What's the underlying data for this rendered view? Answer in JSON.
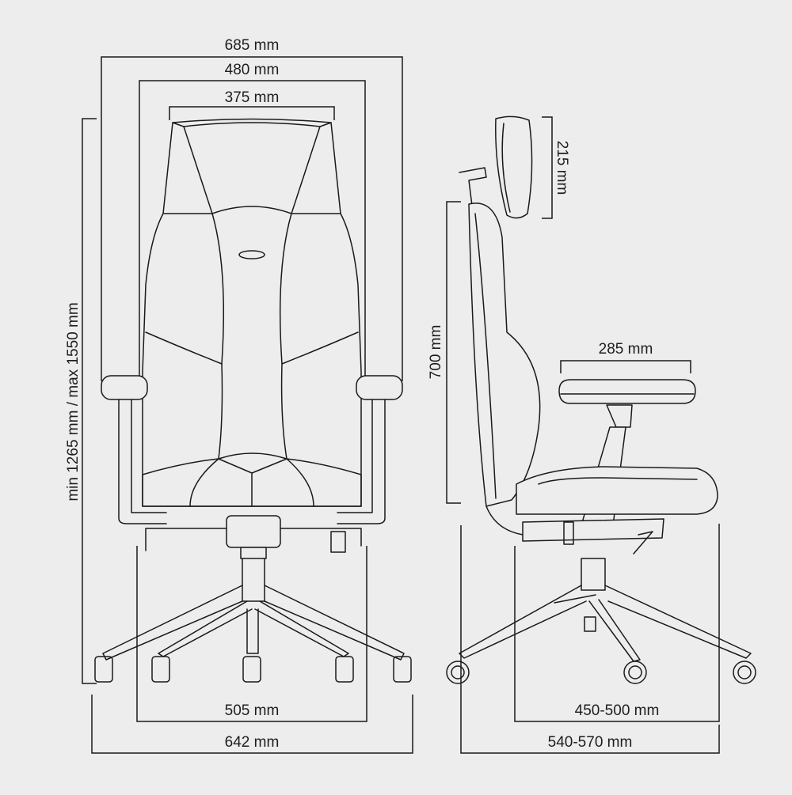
{
  "front_view": {
    "overall_width_top": "685 mm",
    "armrest_outer_width": "480 mm",
    "backrest_width": "375 mm",
    "height_range": "min 1265 mm / max 1550 mm",
    "seat_width": "505 mm",
    "base_width": "642 mm"
  },
  "side_view": {
    "headrest_height": "215 mm",
    "backrest_height": "700 mm",
    "armrest_pad_length": "285 mm",
    "seat_depth": "450-500 mm",
    "overall_depth": "540-570 mm"
  }
}
